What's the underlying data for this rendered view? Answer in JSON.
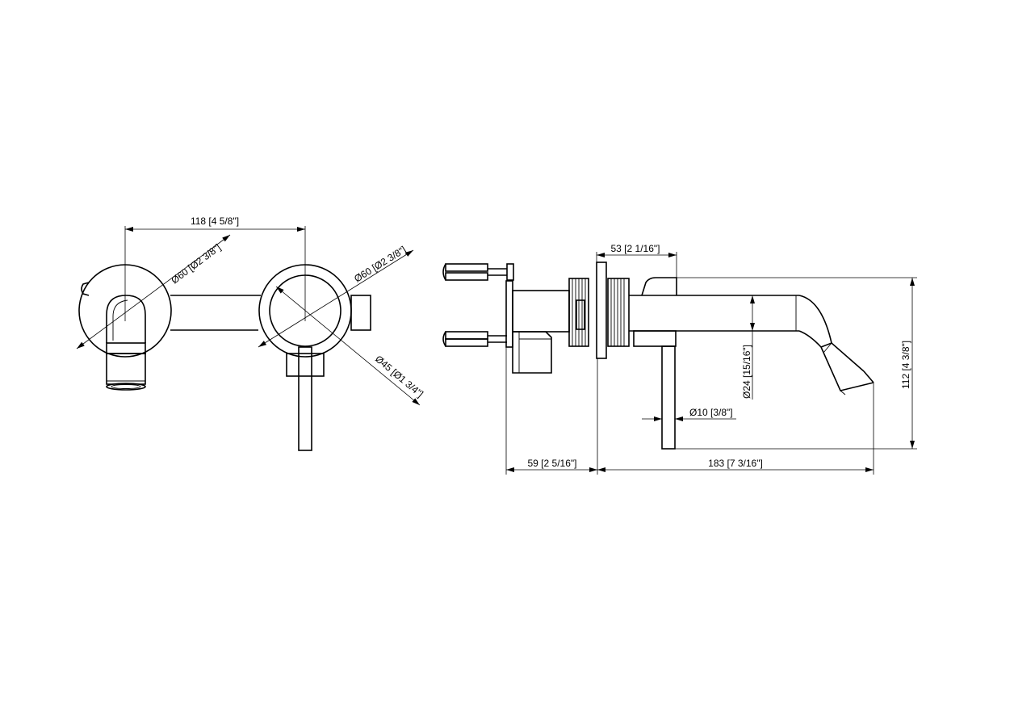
{
  "front_view": {
    "dim_width": "118 [4 5/8\"]",
    "dim_spout_flange": "Ø60 [Ø2 3/8\"]",
    "dim_mixer_flange": "Ø60 [Ø2 3/8\"]",
    "dim_mixer_body": "Ø45 [Ø1 3/4\"]"
  },
  "side_view": {
    "dim_wall_to_plate": "53 [2 1/16\"]",
    "dim_body_depth": "59 [2 5/16\"]",
    "dim_projection": "183 [7 3/16\"]",
    "dim_spout_diameter": "Ø24 [15/16\"]",
    "dim_handle_diameter": "Ø10 [3/8\"]",
    "dim_height": "112 [4 3/8\"]"
  }
}
